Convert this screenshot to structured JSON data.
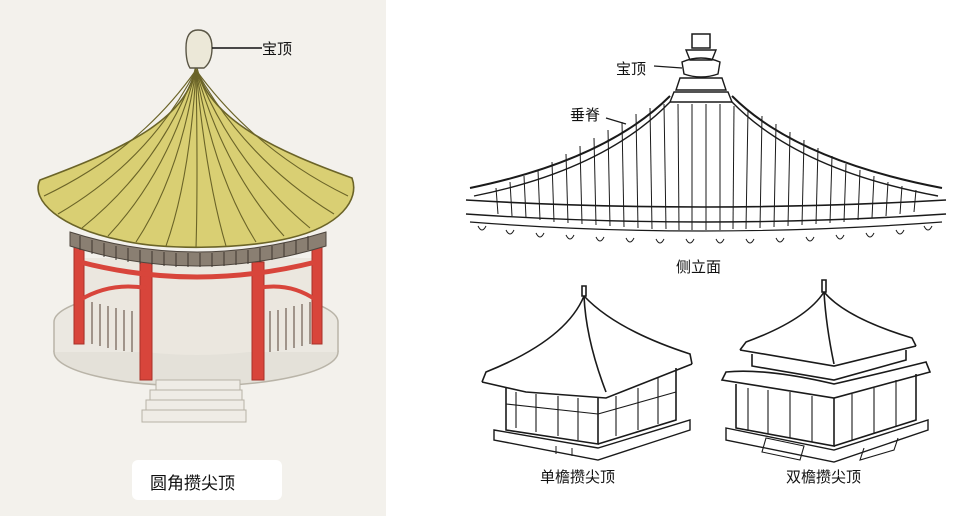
{
  "labels": {
    "round_finial": "宝顶",
    "round_caption": "圆角攒尖顶",
    "elev_finial": "宝顶",
    "elev_ridge": "垂脊",
    "elev_caption": "侧立面",
    "single_caption": "单檐攒尖顶",
    "double_caption": "双檐攒尖顶"
  },
  "colors": {
    "roof_fill": "#d9cf73",
    "roof_line": "#6b6428",
    "column": "#d8453b",
    "base": "#e9e6df",
    "ink": "#1a1a1a"
  }
}
